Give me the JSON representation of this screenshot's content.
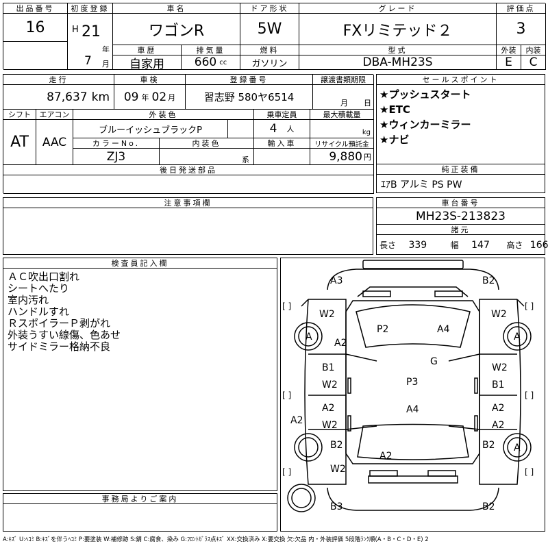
{
  "header": {
    "lot_no_label": "出品番号",
    "lot_no": "16",
    "first_reg_label": "初度登録",
    "era": "H",
    "year": "21",
    "year_unit": "年",
    "month": "7",
    "month_unit": "月",
    "car_name_label": "車名",
    "car_name": "ワゴンR",
    "door_label": "ドア形状",
    "door": "5W",
    "grade_label": "グレード",
    "grade": "FXリミテッド２",
    "score_label": "評価点",
    "score": "3",
    "history_label": "車歴",
    "history": "自家用",
    "displacement_label": "排気量",
    "displacement": "660",
    "displacement_unit": "cc",
    "fuel_label": "燃料",
    "fuel": "ガソリン",
    "model_label": "型式",
    "model": "DBA-MH23S",
    "exterior_label": "外装",
    "exterior": "E",
    "interior_label": "内装",
    "interior": "C"
  },
  "row2": {
    "mileage_label": "走行",
    "mileage": "87,637",
    "mileage_unit": "km",
    "inspection_label": "車検",
    "insp_year": "09",
    "insp_year_unit": "年",
    "insp_month": "02",
    "insp_month_unit": "月",
    "plate_label": "登録番号",
    "plate": "習志野 580ヤ6514",
    "transfer_label": "譲渡書類期限",
    "transfer_month_unit": "月",
    "transfer_day_unit": "日",
    "shift_label": "シフト",
    "shift": "AT",
    "ac_label": "エアコン",
    "ac": "AAC",
    "color_label": "外装色",
    "color": "ブルーイッシュブラックP",
    "capacity_label": "乗車定員",
    "capacity": "4",
    "capacity_unit": "人",
    "load_label": "最大積載量",
    "load_unit": "kg",
    "color_no_label": "カラーNo.",
    "color_no": "ZJ3",
    "interior_color_label": "内装色",
    "interior_color_unit": "系",
    "import_label": "輸入車",
    "recycle_label": "リサイクル預託金",
    "recycle": "9,880",
    "recycle_unit": "円",
    "later_parts_label": "後日発送部品"
  },
  "sales_points": {
    "label": "セールスポイント",
    "items": [
      "★プッシュスタート",
      "★ETC",
      "★ウィンカーミラー",
      "★ナビ"
    ]
  },
  "equipment": {
    "label": "純正装備",
    "value": "ｴｱB アルミ PS PW"
  },
  "notes_label": "注意事項欄",
  "chassis": {
    "label": "車台番号",
    "value": "MH23S-213823"
  },
  "dims": {
    "label": "諸元",
    "length_label": "長さ",
    "length": "339",
    "width_label": "幅",
    "width": "147",
    "height_label": "高さ",
    "height": "166"
  },
  "inspector": {
    "label": "検査員記入欄",
    "lines": [
      "ＡＣ吹出口割れ",
      "シートへたり",
      "室内汚れ",
      "ハンドルすれ",
      "ＲスポイラーＰ剥がれ",
      "外装うすい線傷、色あせ",
      "サイドミラー格納不良"
    ]
  },
  "office_label": "事務局よりご案内",
  "legend": "A:ｷｽﾞ U:ﾍｺﾐ B:ｷｽﾞを伴うﾍｺﾐ P:要塗装 W:補修跡 S:錆 C:腐食、染み G:ﾌﾛﾝﾄｶﾞﾗｽ点ｷｽﾞ XX:交換済み X:要交換 欠:欠品 内・外装評価 5段階ﾗﾝｸ順(A・B・C・D・E) 2",
  "diagram": {
    "marks": [
      "A3",
      "B2",
      "W2",
      "W2",
      "A",
      "A",
      "A2",
      "P2",
      "A4",
      "G",
      "B1",
      "W2",
      "W2",
      "B1",
      "P3",
      "A2",
      "A2",
      "W2",
      "A4",
      "A2",
      "A2",
      "B2",
      "B2",
      "A",
      "W2",
      "A2",
      "B3",
      "B2"
    ],
    "bracket": "[ ]"
  }
}
